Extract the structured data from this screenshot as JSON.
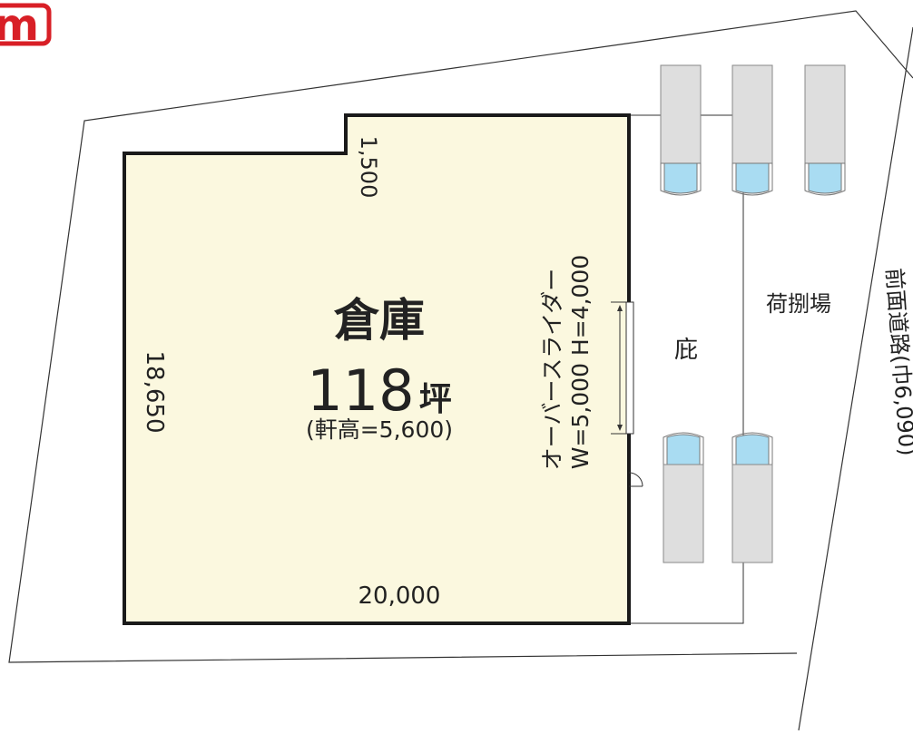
{
  "logo": {
    "text": "m",
    "color": "#d81f26"
  },
  "warehouse": {
    "name": "倉庫",
    "area_number": "118",
    "area_unit": "坪",
    "eaves_height": "(軒高=5,600)",
    "fill": "#fbf8df",
    "dims": {
      "width": "20,000",
      "depth": "18,650",
      "notch": "1,500"
    }
  },
  "shutter": {
    "line1": "オーバースライダー",
    "line2": "W=5,000 H=4,000"
  },
  "canopy_label": "庇",
  "loading_area_label": "荷捌場",
  "front_road": {
    "label": "前面道路(巾6,090)"
  },
  "truck_color": {
    "body": "#dedede",
    "cab": "#a9dcf2"
  }
}
